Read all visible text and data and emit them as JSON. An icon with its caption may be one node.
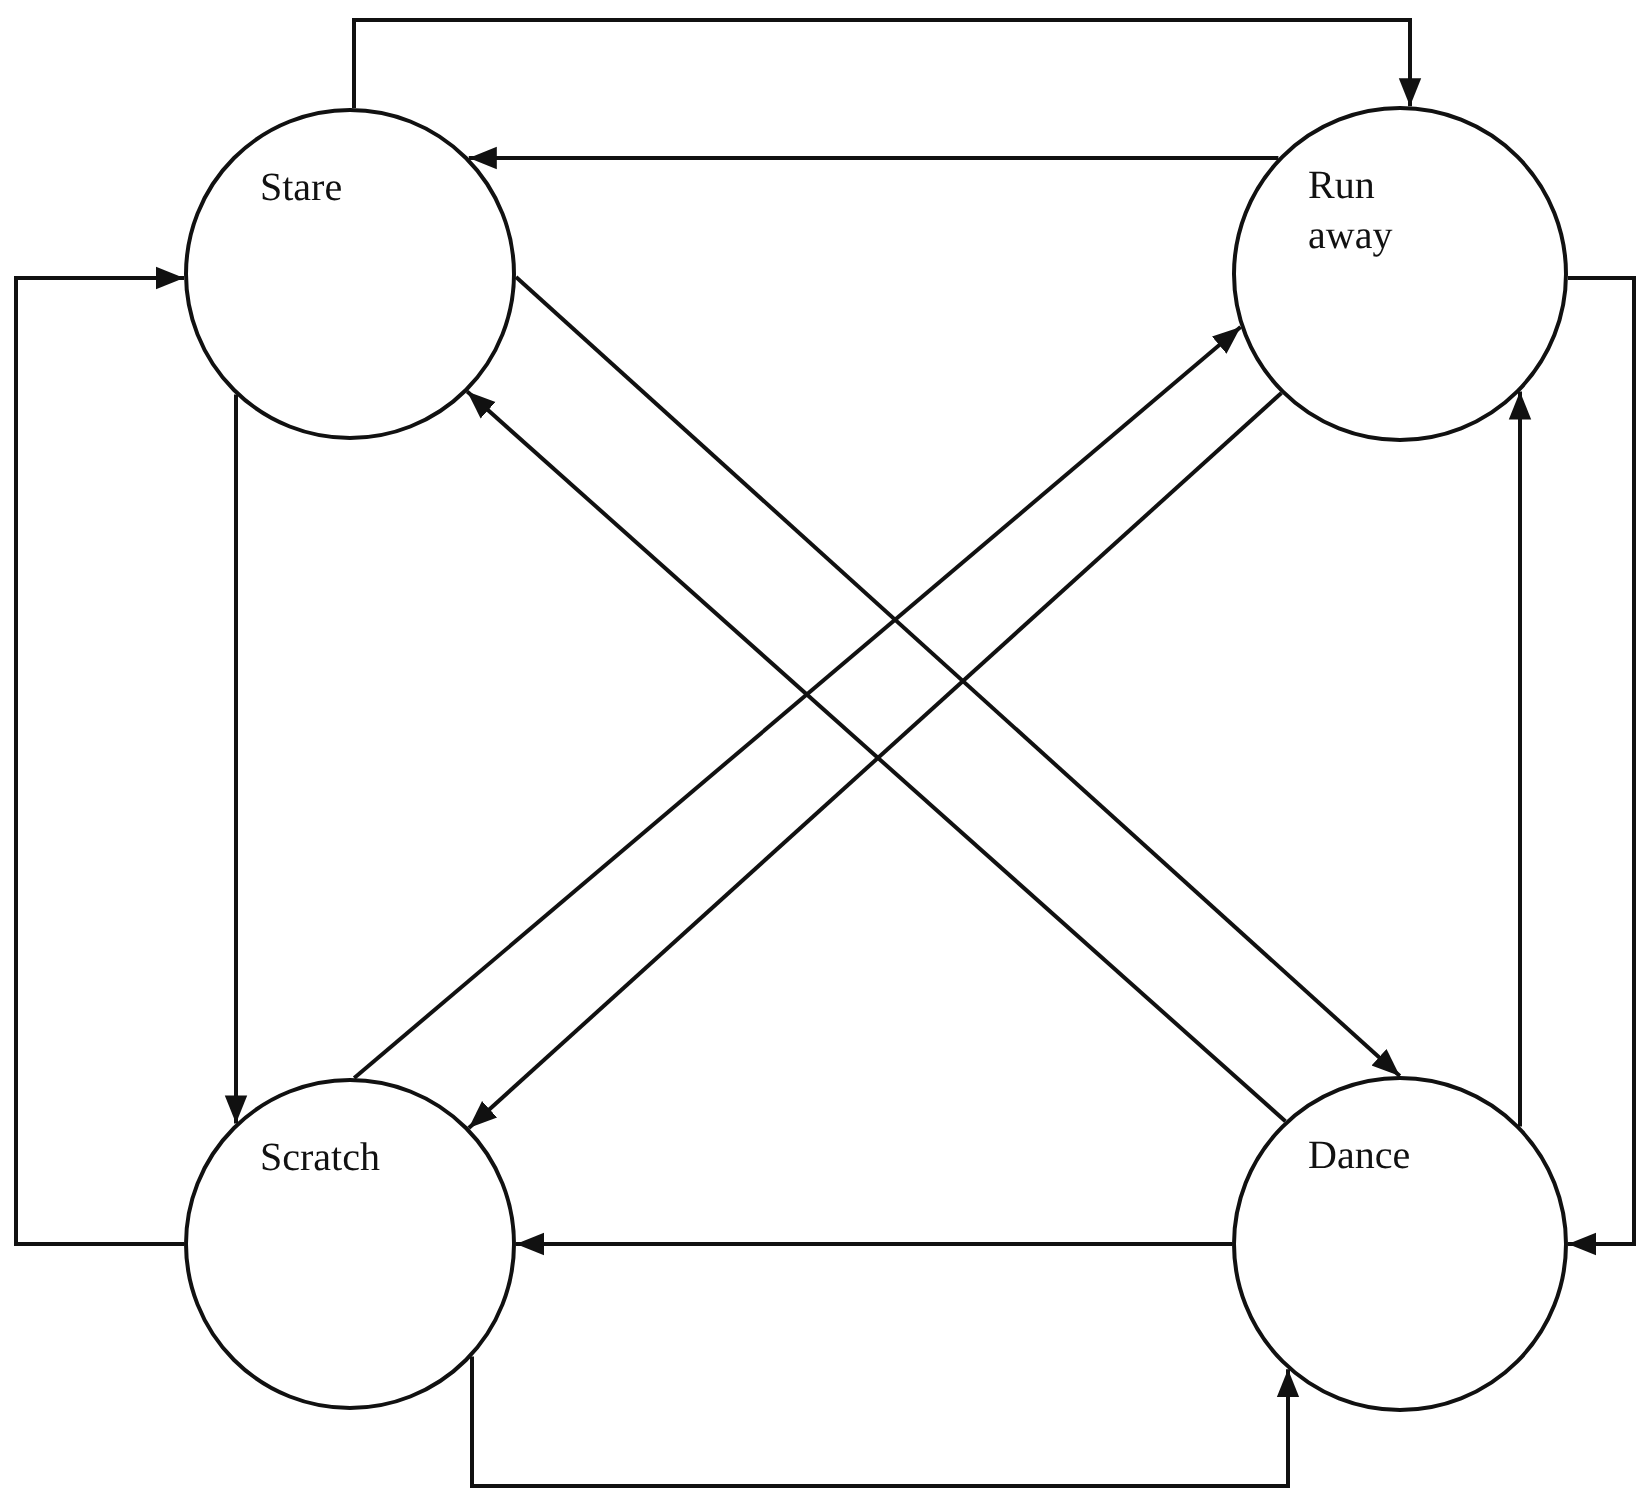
{
  "diagram": {
    "nodes": [
      {
        "text": [
          "Stare"
        ]
      },
      {
        "text": [
          "Run away"
        ]
      },
      {
        "text": [
          "Scratch"
        ]
      },
      {
        "text": [
          "Dance"
        ]
      }
    ],
    "edges": [
      {
        "from": 0,
        "to": 1,
        "arrow": "to"
      },
      {
        "from": 1,
        "to": 0,
        "arrow": "to"
      },
      {
        "from": 1,
        "to": 3,
        "arrow": "to"
      },
      {
        "from": 2,
        "to": 0,
        "arrow": "to"
      },
      {
        "from": 0,
        "to": 2,
        "arrow": "to"
      },
      {
        "from": 0,
        "to": 3,
        "arrow": "to"
      },
      {
        "from": 3,
        "to": 0,
        "arrow": "to"
      },
      {
        "from": 2,
        "to": 1,
        "arrow": "to"
      },
      {
        "from": 1,
        "to": 2,
        "arrow": "to"
      },
      {
        "from": 3,
        "to": 1,
        "arrow": "to"
      },
      {
        "from": 3,
        "to": 2,
        "arrow": "to"
      },
      {
        "from": 2,
        "to": 3,
        "arrow": "to"
      }
    ]
  }
}
